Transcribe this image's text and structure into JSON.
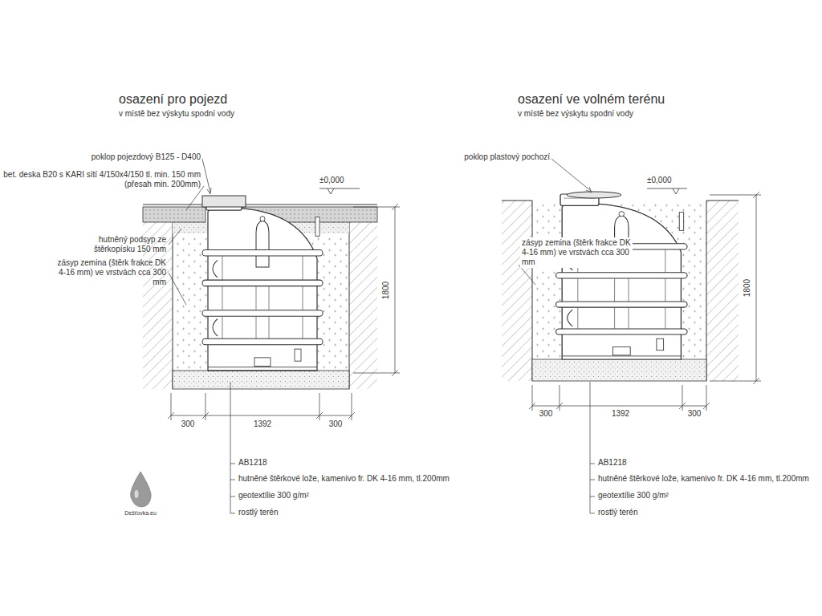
{
  "diagram": {
    "labels": [
      "osazení pro pojezd",
      "v místě bez výskytu spodní vody",
      "osazení ve volném terénu",
      "v místě bez výskytu spodní vody",
      "poklop pojezdový B125 - D400",
      "bet. deska B20 s KARI sítí 4/150x4/150 tl. min. 150 mm (přesah min. 200mm)",
      "±0,000",
      "hutněný podsyp ze štěrkopísku 150 mm",
      "zásyp zemina (štěrk frakce DK 4-16 mm) ve vrstvách cca 300 mm",
      "1800",
      "300",
      "1392",
      "300",
      "AB1218",
      "hutněné štěrkové lože, kamenivo fr. DK 4-16 mm, tl.200mm",
      "geotextílie 300 g/m²",
      "rostlý terén",
      "Dešťovka.eu",
      "poklop plastový pochozí",
      "±0,000",
      "zásyp zemina (štěrk frakce DK 4-16 mm) ve vrstvách cca 300 mm",
      "1800",
      "300",
      "1392",
      "300",
      "AB1218",
      "hutněné štěrkové lože, kamenivo fr. DK 4-16 mm, tl.200mm",
      "geotextílie 300 g/m²",
      "rostlý terén"
    ]
  }
}
